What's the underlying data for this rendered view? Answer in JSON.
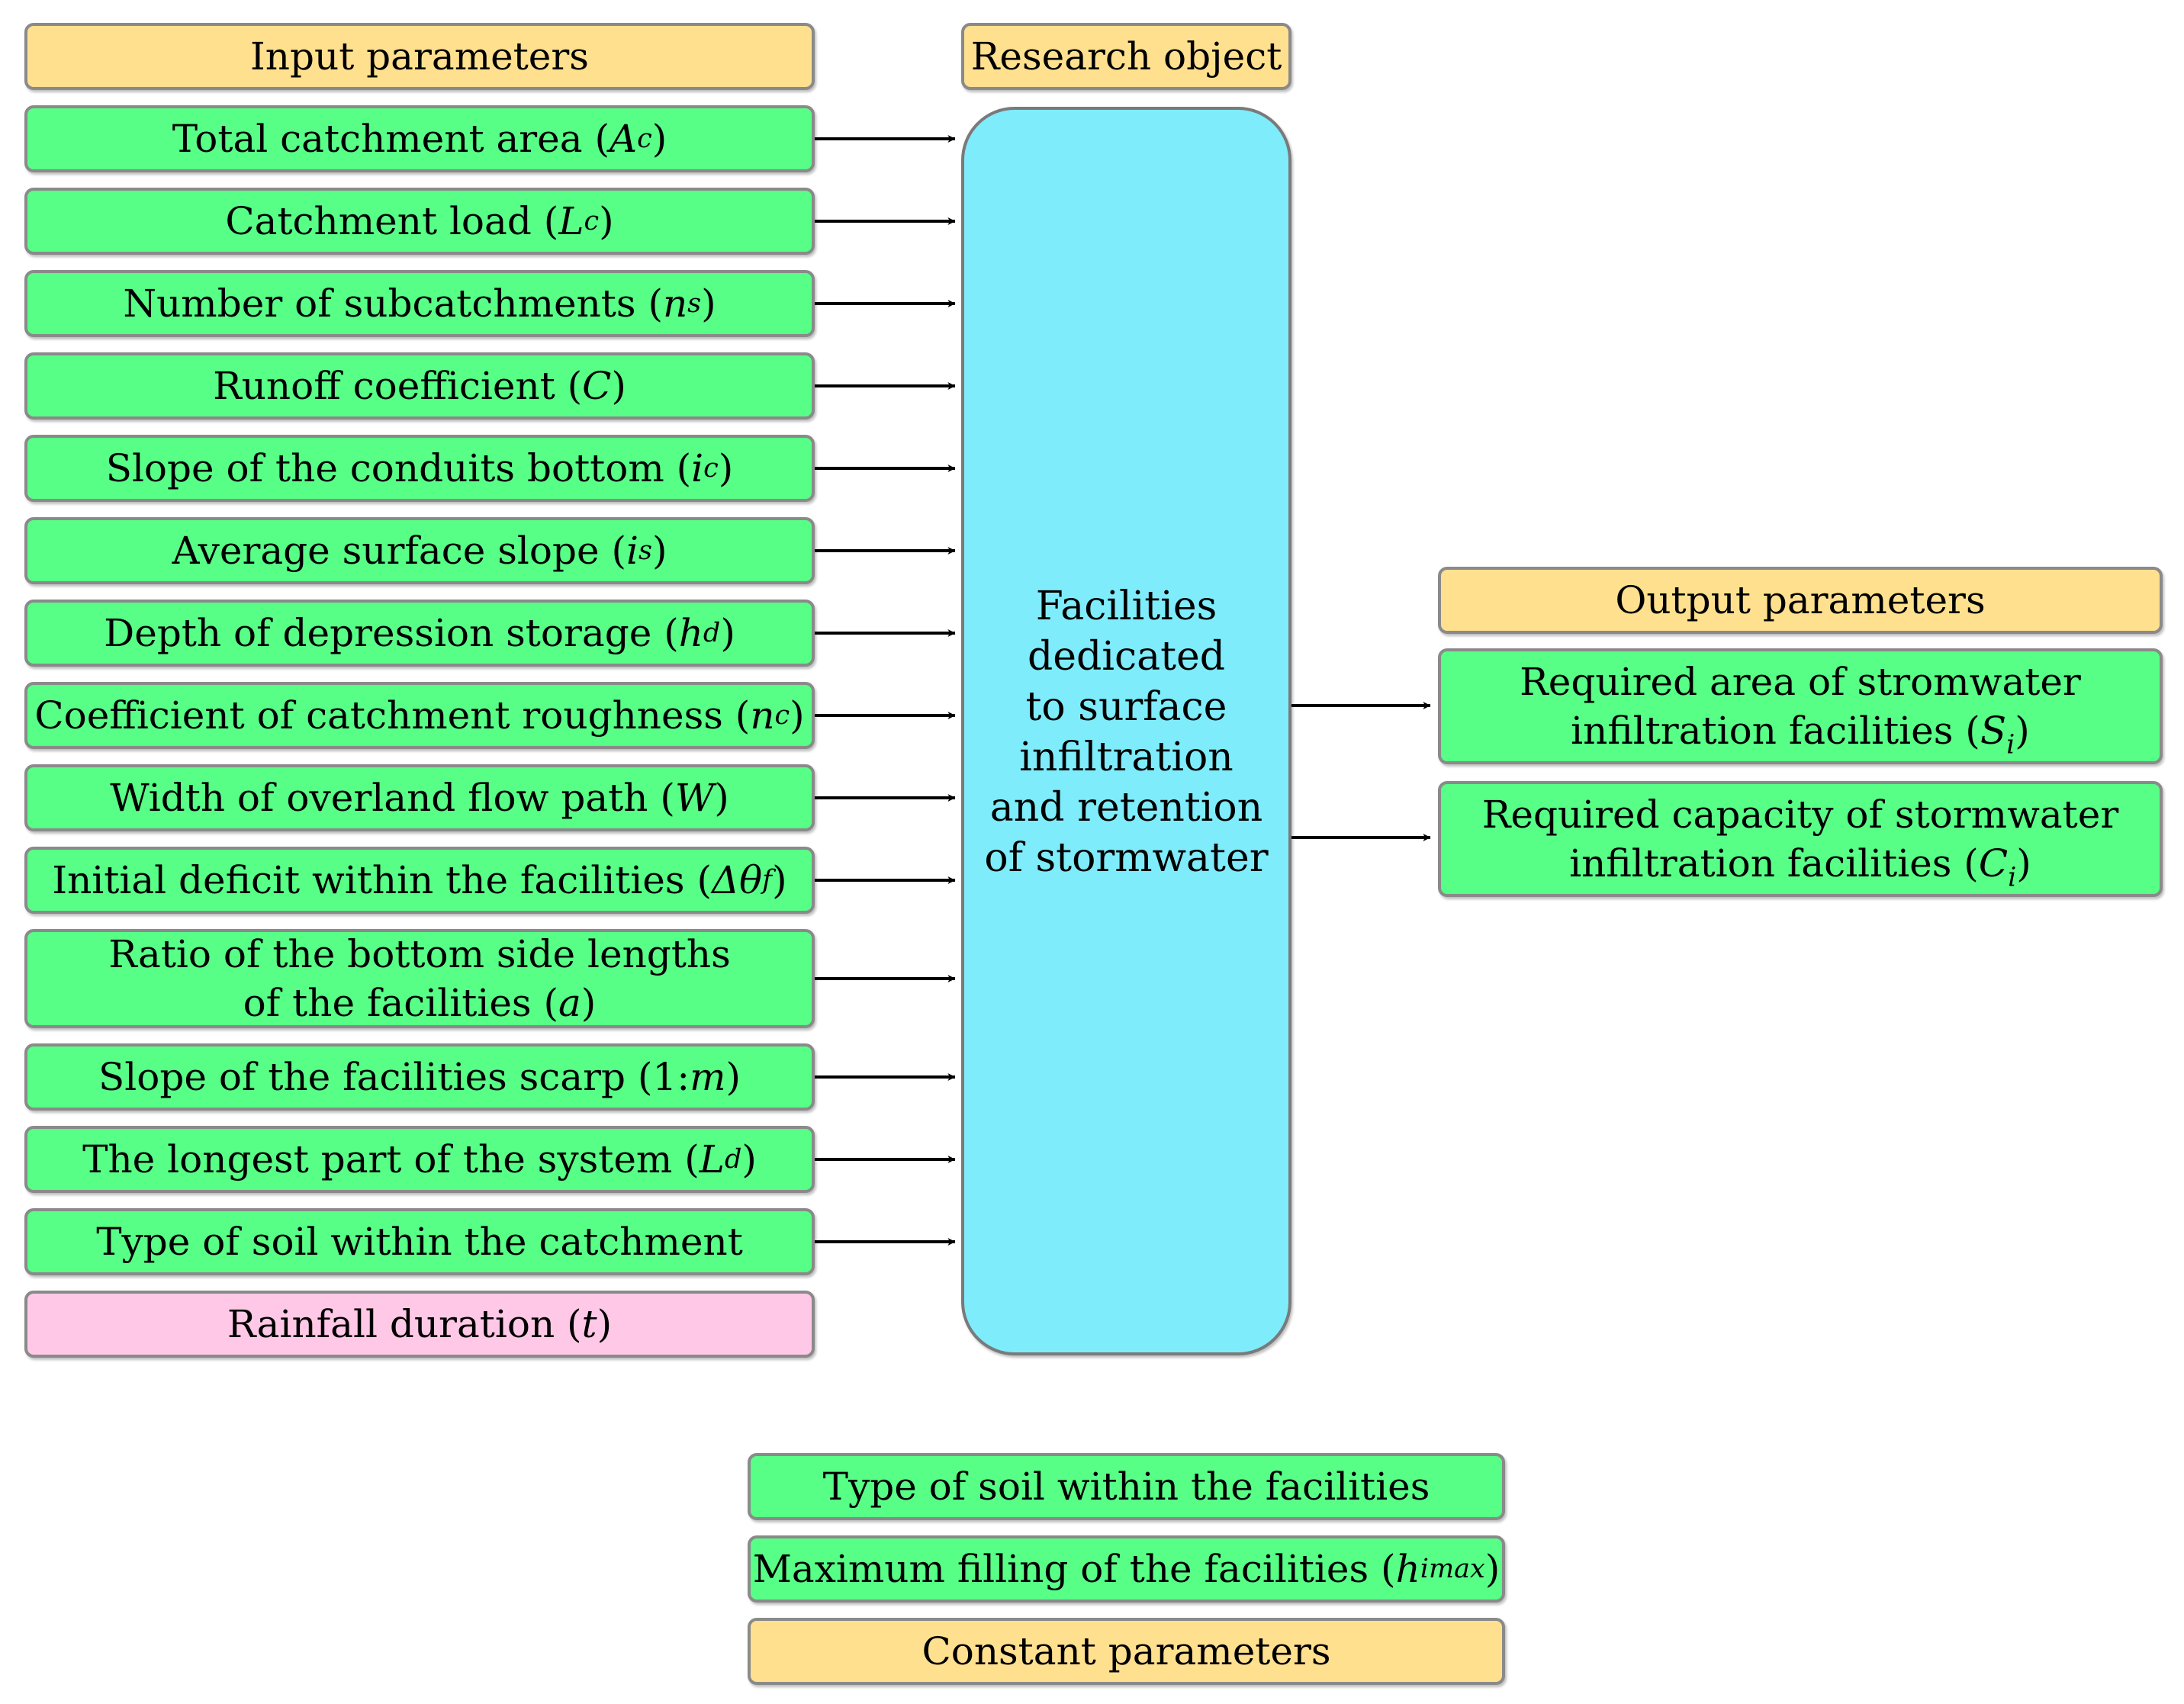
{
  "headers": {
    "input": "Input parameters",
    "research": "Research object",
    "output": "Output parameters",
    "constant": "Constant parameters"
  },
  "research_object": {
    "text": "Facilities\ndedicated\nto surface\ninfiltration\nand retention\nof stormwater"
  },
  "inputs": [
    {
      "text": "Total catchment area (",
      "sym": "A",
      "sub": "c",
      "close": ")"
    },
    {
      "text": "Catchment load (",
      "sym": "L",
      "sub": "c",
      "close": ")"
    },
    {
      "text": "Number of subcatchments (",
      "sym": "n",
      "sub": "s",
      "close": ")"
    },
    {
      "text": "Runoff coefficient (",
      "sym": "C",
      "sub": "",
      "close": ")"
    },
    {
      "text": "Slope of the conduits bottom (",
      "sym": "i",
      "sub": "c",
      "close": ")"
    },
    {
      "text": "Average surface slope (",
      "sym": "i",
      "sub": "s",
      "close": ")"
    },
    {
      "text": "Depth of depression storage (",
      "sym": "h",
      "sub": "d",
      "close": ")"
    },
    {
      "text": "Coefficient of catchment roughness (",
      "sym": "n",
      "sub": "c",
      "close": ")"
    },
    {
      "text": "Width of overland flow path (",
      "sym": "W",
      "sub": "",
      "close": ")"
    },
    {
      "text": "Initial deficit within the facilities (",
      "sym": "Δθ",
      "sub": "f",
      "close": ")"
    },
    {
      "text": "Ratio of the bottom side lengths\nof the facilities (",
      "sym": "a",
      "sub": "",
      "close": ")"
    },
    {
      "text": "Slope of the facilities scarp (1:",
      "sym": "m",
      "sub": "",
      "close": ")"
    },
    {
      "text": "The longest part of the system (",
      "sym": "L",
      "sub": "d",
      "close": ")"
    },
    {
      "text": "Type of soil within the catchment",
      "sym": "",
      "sub": "",
      "close": ""
    }
  ],
  "rainfall": {
    "text": "Rainfall duration (",
    "sym": "t",
    "sub": "",
    "close": ")"
  },
  "outputs": [
    {
      "text": "Required area of stromwater\ninfiltration facilities (",
      "sym": "S",
      "sub": "i",
      "close": ")"
    },
    {
      "text": "Required capacity of stormwater\ninfiltration facilities (",
      "sym": "C",
      "sub": "i",
      "close": ")"
    }
  ],
  "constants": [
    {
      "text": "Type of soil within the facilities",
      "sym": "",
      "sub": "",
      "close": ""
    },
    {
      "text": "Maximum filling of the facilities (",
      "sym": "h",
      "sub": "imax",
      "close": ")"
    }
  ],
  "colors": {
    "header": "#ffe08f",
    "parameter": "#57ff87",
    "rainfall": "#ffc8e6",
    "research_object": "#7eecfb",
    "border": "#8a8a8a"
  }
}
